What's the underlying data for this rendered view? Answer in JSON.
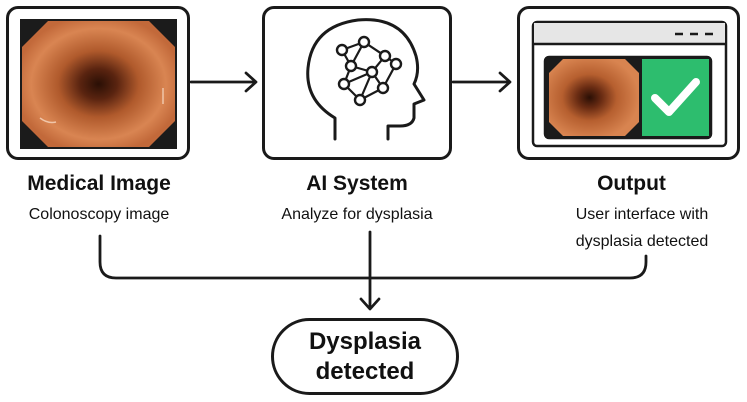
{
  "nodes": [
    {
      "title": "Medical Image",
      "subtitle": [
        "Colonoscopy image"
      ]
    },
    {
      "title": "AI System",
      "subtitle": [
        "Analyze for dysplasia"
      ]
    },
    {
      "title": "Output",
      "subtitle": [
        "User interface with",
        "dysplasia detected"
      ]
    }
  ],
  "result": {
    "lines": [
      "Dysplasia",
      "detected"
    ]
  },
  "icons": {
    "image": "colonoscopy-image-icon",
    "ai": "head-neural-network-icon",
    "output": "ui-window-check-icon"
  },
  "colors": {
    "stroke": "#1a1a1a",
    "tissue": "#c8703f",
    "check_green": "#2dbd6e",
    "window_bar": "#e6e6e6"
  }
}
